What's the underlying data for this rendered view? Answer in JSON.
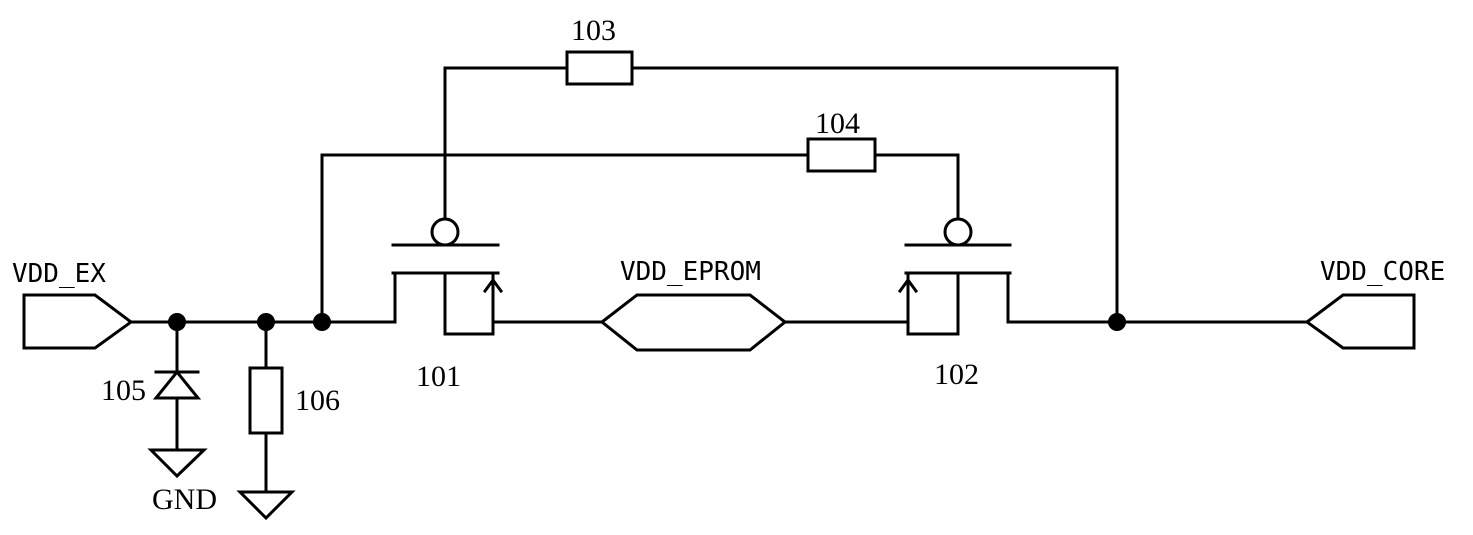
{
  "ports": {
    "vdd_ex": "VDD_EX",
    "vdd_eprom": "VDD_EPROM",
    "vdd_core": "VDD_CORE",
    "gnd": "GND"
  },
  "components": {
    "transistor_101": "101",
    "transistor_102": "102",
    "resistor_103": "103",
    "resistor_104": "104",
    "diode_105": "105",
    "resistor_106": "106"
  },
  "colors": {
    "line": "#000000",
    "background": "#ffffff"
  }
}
